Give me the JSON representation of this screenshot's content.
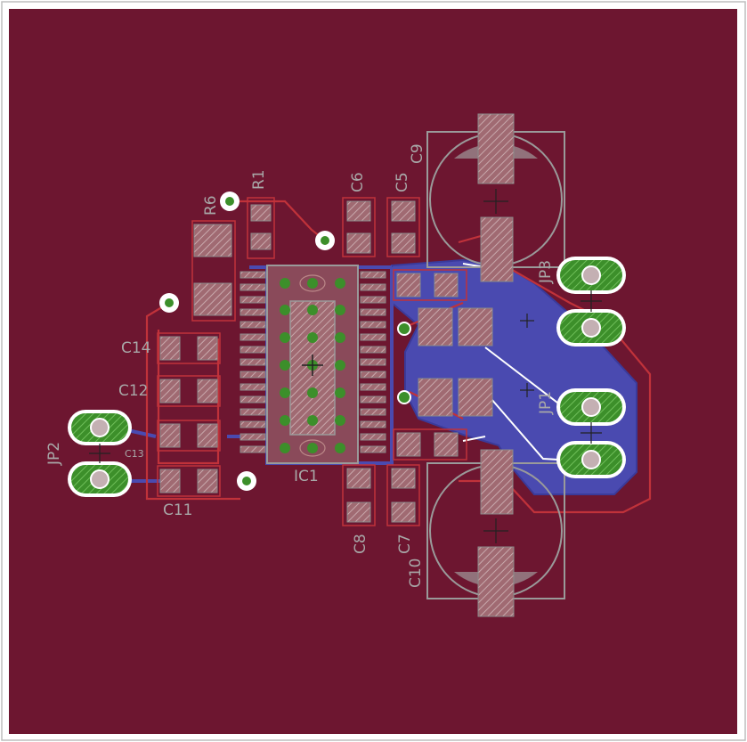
{
  "colors": {
    "board_fill": "#6d1630",
    "copper_bottom": "#4a4ab0",
    "copper_top": "#c0323a",
    "silkscreen": "#9a9a9a",
    "thermal_green": "#3c8f2a",
    "pad_hatch": "#c8a8ac"
  },
  "labels": {
    "r1": "R1",
    "r6": "R6",
    "c5": "C5",
    "c6": "C6",
    "c9": "C9",
    "c14": "C14",
    "c12": "C12",
    "c13": "C13",
    "c11": "C11",
    "c8": "C8",
    "c7": "C7",
    "c10": "C10",
    "ic1": "IC1",
    "jp2": "JP2",
    "jp3": "JP3",
    "jp1": "JP1"
  }
}
